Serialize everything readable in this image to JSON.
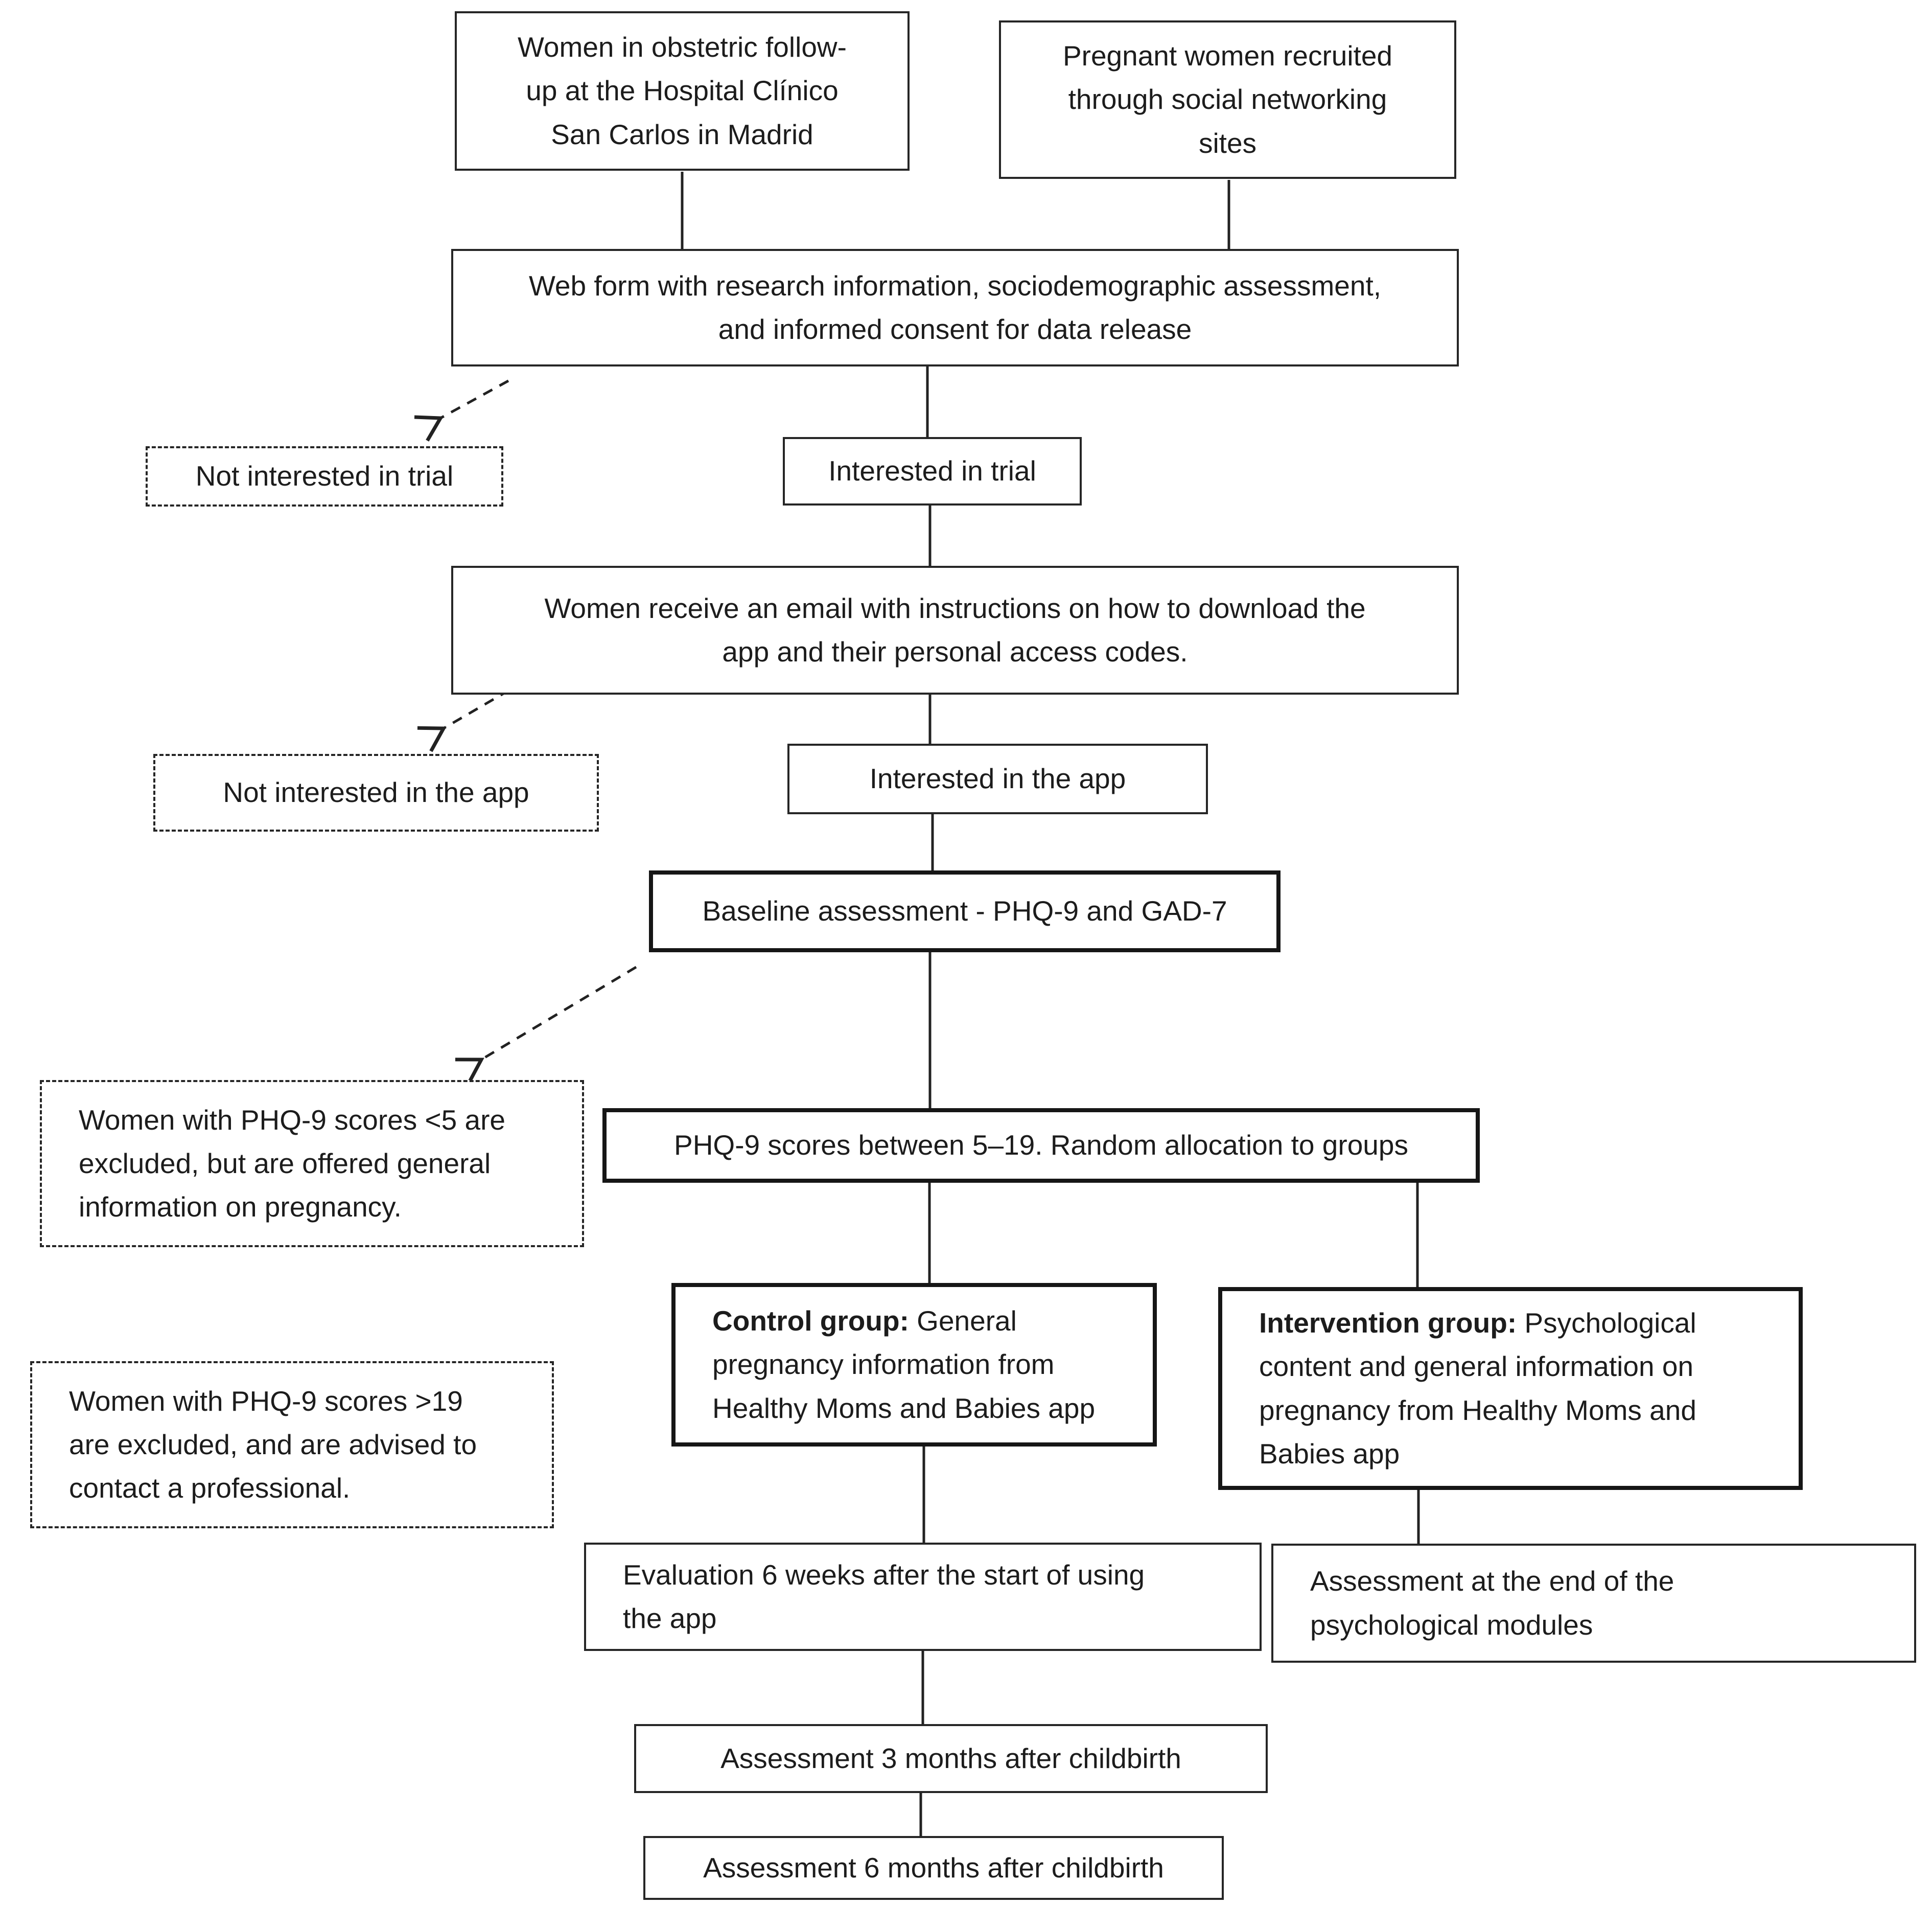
{
  "diagram": {
    "nodes": {
      "hospital": {
        "text": "Women in obstetric follow-\nup at the Hospital Clínico\nSan Carlos in Madrid"
      },
      "social": {
        "text": "Pregnant women recruited\nthrough social networking\nsites"
      },
      "webform": {
        "text": "Web form with research information, sociodemographic assessment,\nand informed consent for data release"
      },
      "not_interested_trial": {
        "text": "Not interested in trial"
      },
      "interested_trial": {
        "text": "Interested in trial"
      },
      "email": {
        "text": "Women receive an email with instructions on how to download the\napp and their personal access codes."
      },
      "not_interested_app": {
        "text": "Not interested in the app"
      },
      "interested_app": {
        "text": "Interested in the app"
      },
      "baseline": {
        "text": "Baseline assessment - PHQ-9 and GAD-7"
      },
      "excluded_low": {
        "text": "Women with PHQ-9 scores <5 are\nexcluded, but are offered general\ninformation on pregnancy."
      },
      "random_allocation": {
        "text": "PHQ-9 scores between 5–19. Random allocation to groups"
      },
      "excluded_high": {
        "text": "Women with PHQ-9 scores >19\nare excluded, and are advised to\ncontact a professional."
      },
      "control": {
        "label": "Control group:",
        "text": " General\npregnancy information from\nHealthy Moms and Babies app"
      },
      "intervention": {
        "label": "Intervention group:",
        "text": " Psychological\ncontent and general information on\npregnancy from Healthy Moms and\nBabies app"
      },
      "evaluation_6w": {
        "text": "Evaluation 6 weeks after the start of using\nthe app"
      },
      "assessment_modules": {
        "text": "Assessment at the end of the\npsychological modules"
      },
      "assessment_3m": {
        "text": "Assessment 3 months after childbirth"
      },
      "assessment_6m": {
        "text": "Assessment 6 months after childbirth"
      }
    },
    "colors": {
      "line": "#222222",
      "text": "#1c1c1c",
      "background": "#ffffff"
    }
  }
}
